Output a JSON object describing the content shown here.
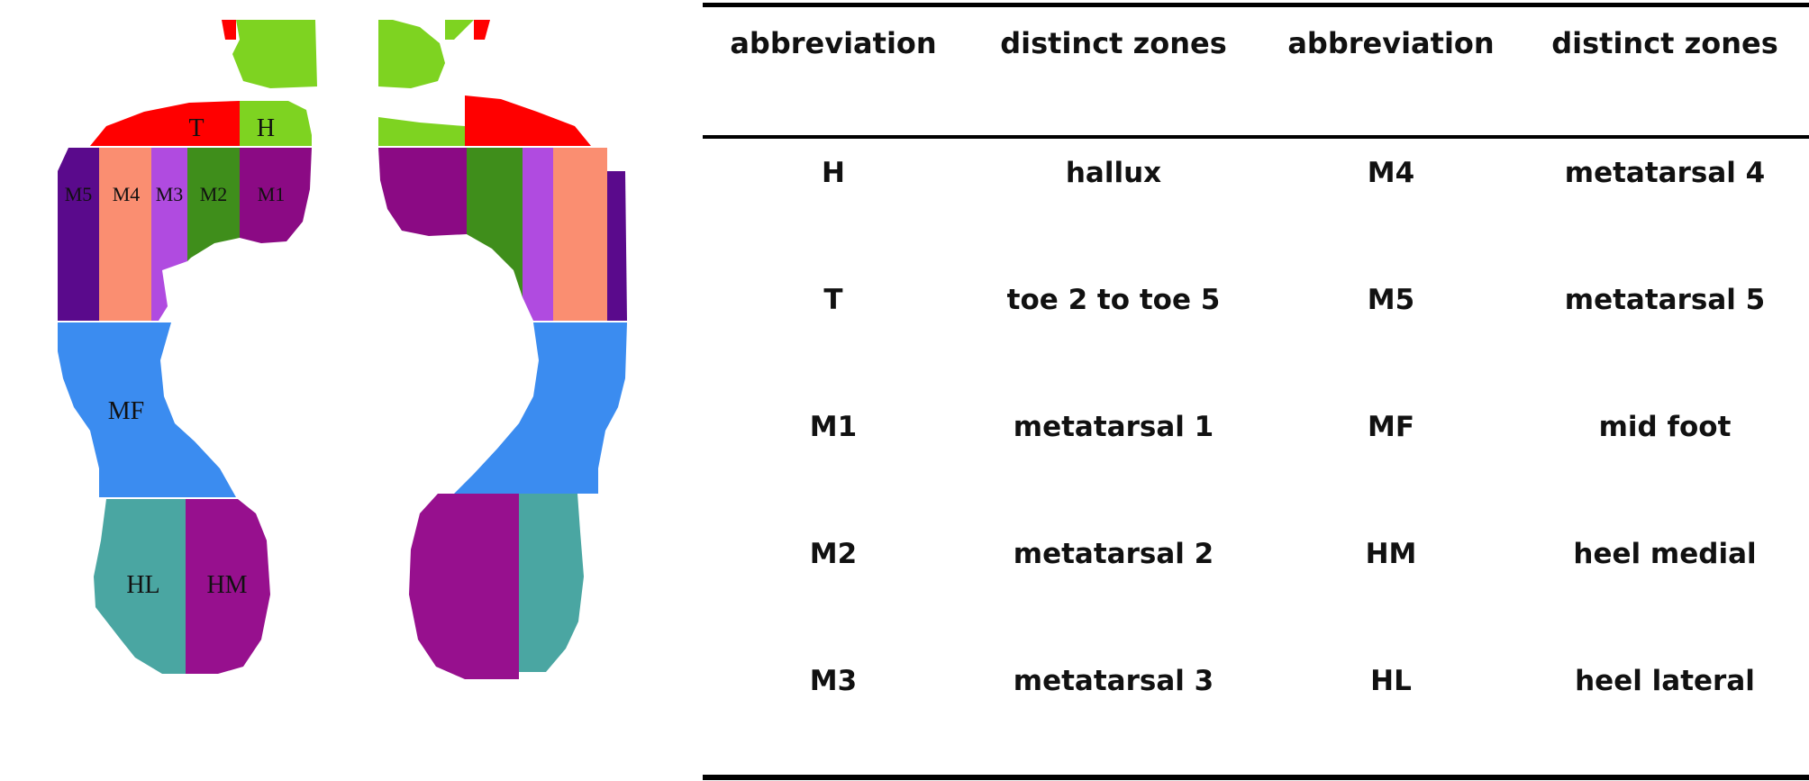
{
  "diagram": {
    "left_foot_zones": [
      "T",
      "H",
      "M5",
      "M4",
      "M3",
      "M2",
      "M1",
      "MF",
      "HL",
      "HM"
    ],
    "zone_colors": {
      "T": "#ff0000",
      "H": "#7ed321",
      "M1": "#8b0a84",
      "M2": "#3f8e1b",
      "M3": "#b04be0",
      "M4": "#fa8e71",
      "M5": "#5a0a8c",
      "MF": "#3b8cf0",
      "HL": "#4aa6a2",
      "HM": "#97108e"
    }
  },
  "table": {
    "headers": [
      "abbreviation",
      "distinct zones",
      "abbreviation",
      "distinct zones"
    ],
    "rows": [
      [
        "H",
        "hallux",
        "M4",
        "metatarsal 4"
      ],
      [
        "T",
        "toe 2 to toe 5",
        "M5",
        "metatarsal 5"
      ],
      [
        "M1",
        "metatarsal 1",
        "MF",
        "mid foot"
      ],
      [
        "M2",
        "metatarsal 2",
        "HM",
        "heel medial"
      ],
      [
        "M3",
        "metatarsal 3",
        "HL",
        "heel lateral"
      ]
    ]
  }
}
